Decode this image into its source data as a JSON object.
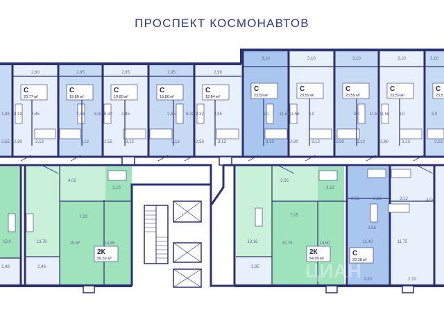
{
  "title": "ПРОСПЕКТ КОСМОНАВТОВ",
  "watermark": "ЦИАН",
  "colors": {
    "wall": "#2b3170",
    "studio_light": "#e8f0fb",
    "studio_mid": "#c7daf4",
    "studio_dark": "#a9c6ee",
    "two_room": "#9fe3bd",
    "two_room_light": "#c9f0d8",
    "label_box": "#ffffff",
    "accent": "#2b3a8c"
  },
  "top_units": [
    {
      "type": "С",
      "area": "20,77 м²",
      "top": "2,80",
      "l": "8,10",
      "m": "2,85",
      "b": "2,80",
      "bath": "3,13",
      "r": ""
    },
    {
      "type": "С",
      "area": "19,80 м²",
      "top": "2,95",
      "l": "",
      "m": "2,85",
      "b": "",
      "bath": "3,13",
      "r": "8,32"
    },
    {
      "type": "С",
      "area": "19,80 м²",
      "top": "2,95",
      "l": "8,32",
      "m": "2,85",
      "b": "2,55",
      "bath": "3,13",
      "r": ""
    },
    {
      "type": "С",
      "area": "19,80 м²",
      "top": "2,95",
      "l": "",
      "m": "2,85",
      "b": "",
      "bath": "3,13",
      "r": "8,32"
    },
    {
      "type": "С",
      "area": "19,84 м²",
      "top": "2,99",
      "l": "8,32",
      "m": "2,85",
      "b": "2,55",
      "bath": "3,13",
      "r": ""
    },
    {
      "type": "С",
      "area": "23,59 м²",
      "top": "3,10",
      "l": "",
      "m": "3,0",
      "b": "",
      "bath": "3,13",
      "r": "11,56"
    },
    {
      "type": "С",
      "area": "23,59 м²",
      "top": "3,10",
      "l": "11,56",
      "m": "3,0",
      "b": "2,80",
      "bath": "3,13",
      "r": ""
    },
    {
      "type": "С",
      "area": "23,59 м²",
      "top": "3,10",
      "l": "",
      "m": "3,0",
      "b": "2,80",
      "bath": "3,13",
      "r": "11,56"
    },
    {
      "type": "С",
      "area": "23,59 м²",
      "top": "3,10",
      "l": "11,56",
      "m": "3,0",
      "b": "2,80",
      "bath": "3,13",
      "r": ""
    },
    {
      "type": "С",
      "area": "23,5",
      "top": "3,10",
      "l": "",
      "m": "3,0",
      "b": "",
      "bath": "3,13",
      "r": ""
    }
  ],
  "top_left_edge": {
    "m": "1,96",
    "b": "2,55"
  },
  "bottom_left": {
    "room1": "13,0",
    "balc": "2,48"
  },
  "bottom_units": [
    {
      "type": "2К",
      "area": "50,32 м²",
      "dims": [
        "4,02",
        "3,16",
        "7,23",
        "13,76",
        "10,67",
        "14,86",
        "2,48"
      ]
    },
    {
      "type": "2К",
      "area": "54,99 м²",
      "dims": [
        "3,56",
        "3,12",
        "7,05",
        "13,16",
        "10,75",
        "14,90",
        "2,85"
      ]
    },
    {
      "type": "С",
      "area": "23,38 м²",
      "dims": [
        "2,61",
        "3,16",
        "2,95",
        "11,43",
        "3,20"
      ]
    },
    {
      "type": "",
      "area": "",
      "dims": [
        "3,12",
        "4,04",
        "11,75",
        "2,70"
      ]
    }
  ]
}
